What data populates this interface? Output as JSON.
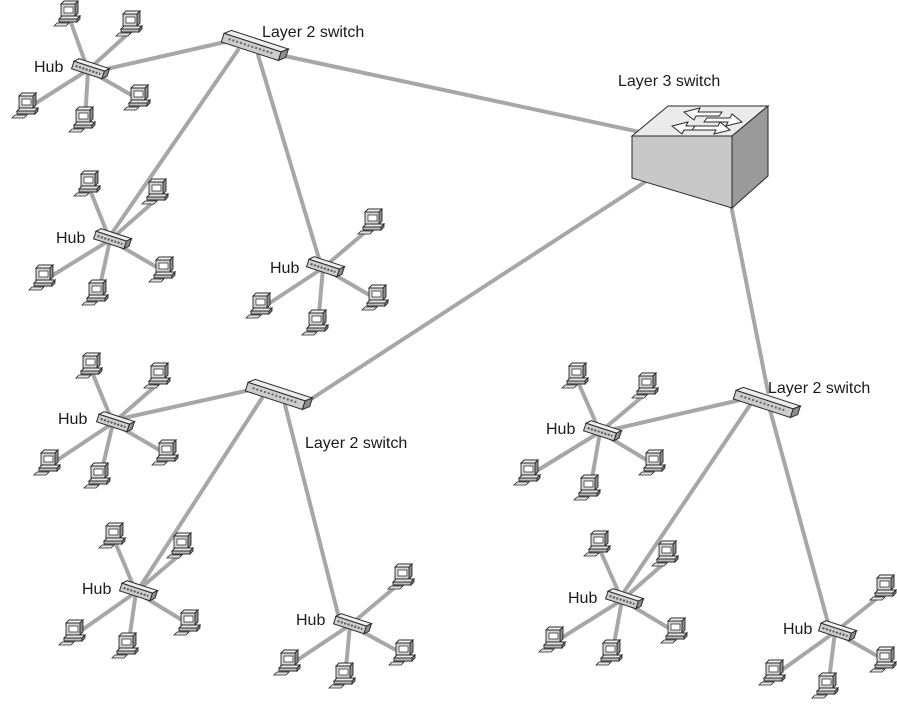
{
  "labels": {
    "layer3": "Layer 3 switch",
    "layer2": "Layer 2 switch",
    "hub": "Hub"
  },
  "colors": {
    "link": "#a7a7a7",
    "device_light": "#e6e6e6",
    "device_mid": "#c4c4c4",
    "device_dark": "#8e8e8e",
    "outline": "#2a2a2a"
  }
}
